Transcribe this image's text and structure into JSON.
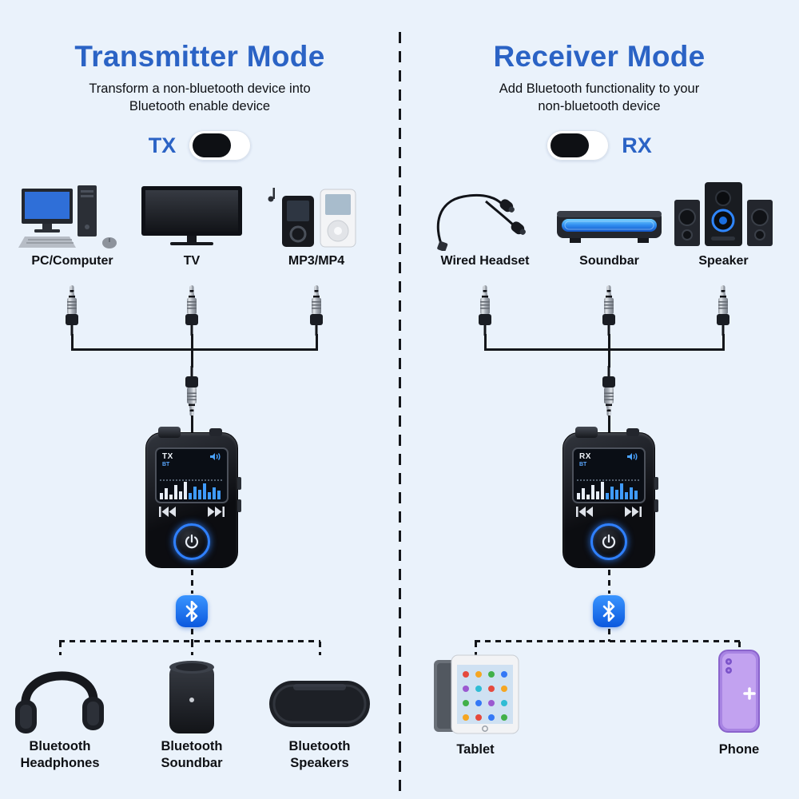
{
  "canvas": {
    "bg": "#eaf2fb",
    "title_color": "#2b63c5",
    "bluetooth_color": "#1e6ef0"
  },
  "left": {
    "title": "Transmitter Mode",
    "subtitle": "Transform a non-bluetooth device into\nBluetooth enable device",
    "toggle": {
      "label": "TX"
    },
    "screen": {
      "mode": "TX",
      "bt": "BT"
    },
    "sources": [
      {
        "label": "PC/Computer"
      },
      {
        "label": "TV"
      },
      {
        "label": "MP3/MP4"
      }
    ],
    "sinks": [
      {
        "label": "Bluetooth Headphones"
      },
      {
        "label": "Bluetooth Soundbar"
      },
      {
        "label": "Bluetooth Speakers"
      }
    ]
  },
  "right": {
    "title": "Receiver Mode",
    "subtitle": "Add Bluetooth functionality to your\nnon-bluetooth device",
    "toggle": {
      "label": "RX"
    },
    "screen": {
      "mode": "RX",
      "bt": "BT"
    },
    "sources": [
      {
        "label": "Wired Headset"
      },
      {
        "label": "Soundbar"
      },
      {
        "label": "Speaker"
      }
    ],
    "sinks": [
      {
        "label": "Tablet"
      },
      {
        "label": "Phone"
      }
    ]
  }
}
